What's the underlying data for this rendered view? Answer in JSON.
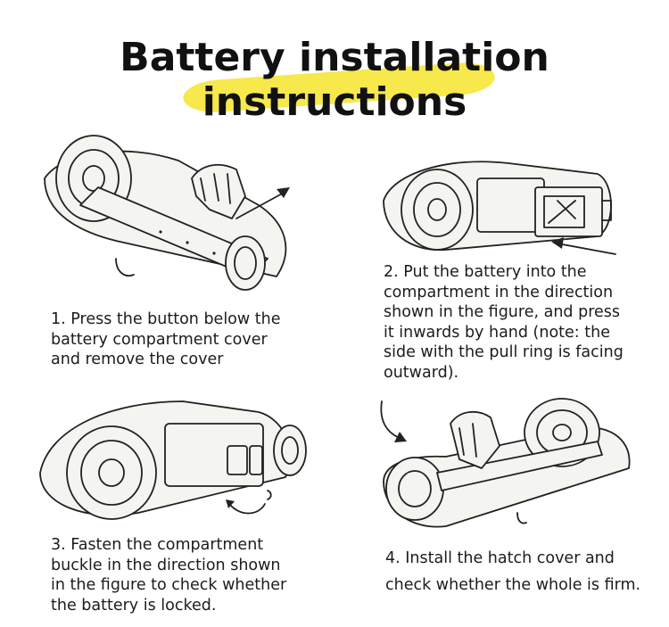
{
  "title": {
    "line1": "Battery installation",
    "line2": "instructions"
  },
  "colors": {
    "highlight": "#f7e84b",
    "text": "#1c1c1c"
  },
  "steps": [
    {
      "lines": [
        "1. Press the button below the",
        "battery compartment cover",
        "and remove the cover"
      ]
    },
    {
      "lines": [
        "2. Put the battery into the",
        "compartment in the direction",
        "shown in the figure, and press",
        "it inwards by hand (note: the",
        "side with the pull ring is facing",
        "outward)."
      ]
    },
    {
      "lines": [
        "3. Fasten the compartment",
        "buckle in the direction shown",
        "in the figure to check whether",
        "the battery is locked."
      ]
    },
    {
      "lines": [
        "4. Install the hatch cover and",
        "check whether the whole is firm."
      ]
    }
  ]
}
